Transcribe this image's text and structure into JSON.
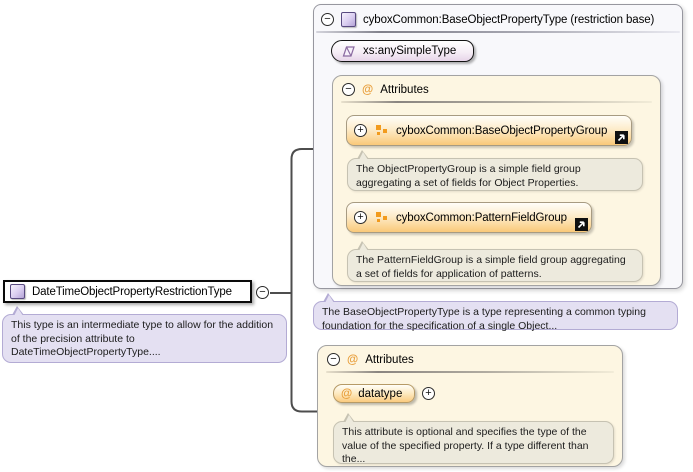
{
  "left_panel": {
    "type_name": "DateTimeObjectPropertyRestrictionType",
    "description": "This type is an intermediate type to allow for the addition of the precision attribute to DateTimeObjectPropertyType...."
  },
  "base_type_panel": {
    "title": "cyboxCommon:BaseObjectPropertyType (restriction base)",
    "base_simple_type": "xs:anySimpleType",
    "attributes_section": {
      "at_symbol": "@",
      "label": "Attributes",
      "groups": [
        {
          "name": "cyboxCommon:BaseObjectPropertyGroup",
          "description": "The ObjectPropertyGroup is a simple field group aggregating a set of fields for Object Properties."
        },
        {
          "name": "cyboxCommon:PatternFieldGroup",
          "description": "The PatternFieldGroup is a simple field group aggregating a set of fields for application of patterns."
        }
      ]
    },
    "description": "The BaseObjectPropertyType is a type representing a common typing foundation for the specification of a single Object..."
  },
  "attributes_panel": {
    "at_symbol": "@",
    "label": "Attributes",
    "attributes": [
      {
        "name": "datatype",
        "description": "This attribute is optional and specifies the type of the value of the specified property. If a type different than the..."
      }
    ]
  },
  "colors": {
    "accent_orange": "#f29b1d",
    "type_icon_purple": "#b4a3d6",
    "panel_cream": "#fdf6e2",
    "callout_lavender": "#e4e0f2",
    "group_gradient_bottom": "#fac979",
    "connector_gray": "#4d4d4d"
  }
}
